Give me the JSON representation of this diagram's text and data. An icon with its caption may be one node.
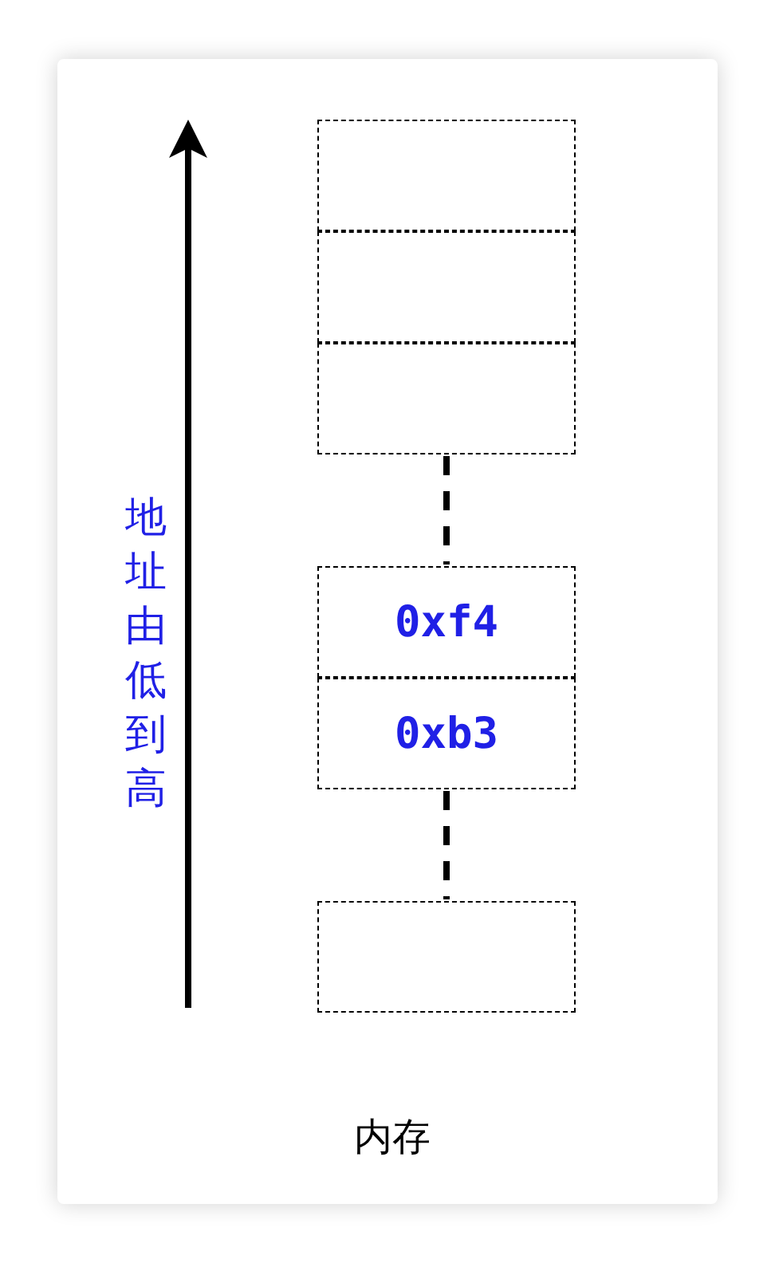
{
  "diagram": {
    "caption": "内存",
    "nodes": [
      {
        "text": [],
        "shape": "box"
      },
      {
        "text": [],
        "shape": "box"
      },
      {
        "text": [],
        "shape": "box"
      },
      {
        "text": [
          "0xf4"
        ]
      },
      {
        "text": [
          "0xb3"
        ]
      },
      {
        "text": [],
        "shape": "box"
      }
    ],
    "edges": [
      {
        "from": 2,
        "to": 3,
        "arrow": "none",
        "style": "dashed"
      },
      {
        "from": 4,
        "to": 5,
        "arrow": "none",
        "style": "dashed"
      }
    ],
    "labels": [
      "地址由低到高"
    ]
  }
}
